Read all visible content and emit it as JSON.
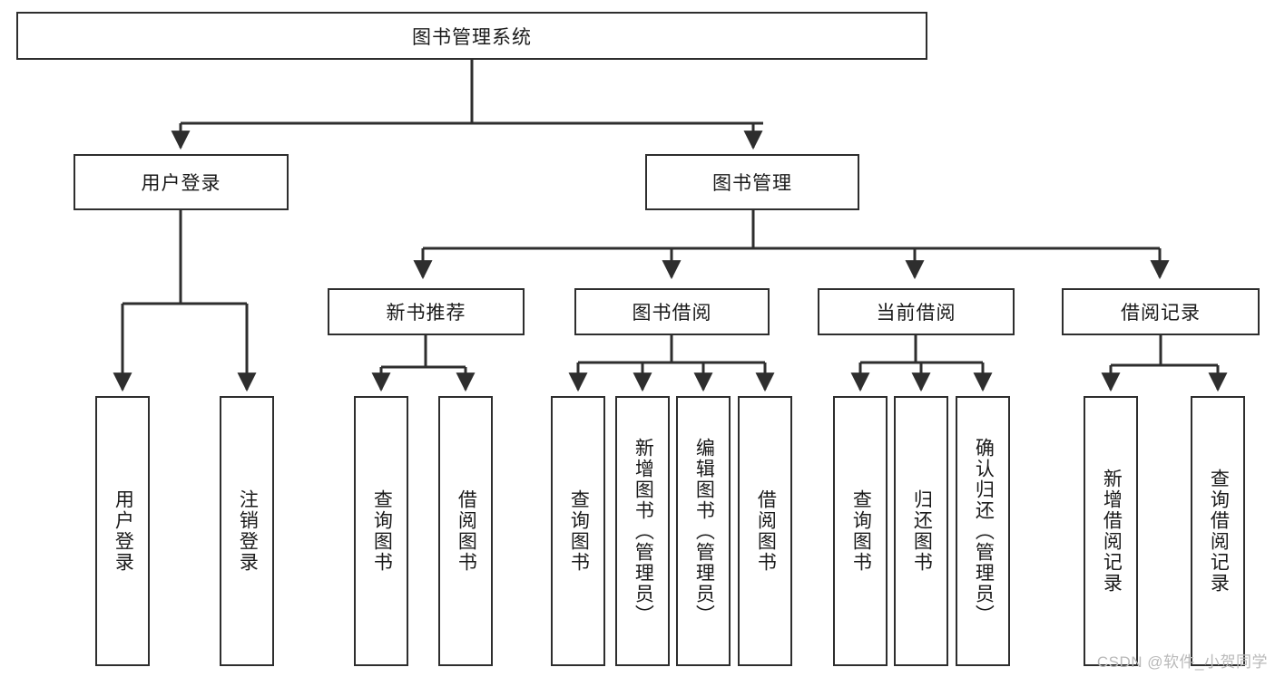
{
  "diagram": {
    "title": "图书管理系统",
    "type": "hierarchy-tree",
    "orientation": "top-down",
    "colors": {
      "stroke": "#2e2e2e",
      "fill": "#ffffff",
      "text": "#1a1a1a",
      "watermark": "#b9b9b9"
    },
    "watermark": "CSDN @软件_小贺同学",
    "levels": {
      "root": {
        "label": "图书管理系统"
      },
      "level2": [
        {
          "id": "user-login",
          "label": "用户登录"
        },
        {
          "id": "book-management",
          "label": "图书管理"
        }
      ],
      "level3": [
        {
          "id": "new-book-recommend",
          "label": "新书推荐",
          "parent": "book-management"
        },
        {
          "id": "book-borrow",
          "label": "图书借阅",
          "parent": "book-management"
        },
        {
          "id": "current-borrow",
          "label": "当前借阅",
          "parent": "book-management"
        },
        {
          "id": "borrow-record",
          "label": "借阅记录",
          "parent": "book-management"
        }
      ],
      "leaves": [
        {
          "id": "leaf-user-login",
          "label": "用户登录",
          "parent": "user-login"
        },
        {
          "id": "leaf-logout-login",
          "label": "注销登录",
          "parent": "user-login"
        },
        {
          "id": "leaf-query-book-1",
          "label": "查询图书",
          "parent": "new-book-recommend"
        },
        {
          "id": "leaf-borrow-book-1",
          "label": "借阅图书",
          "parent": "new-book-recommend"
        },
        {
          "id": "leaf-query-book-2",
          "label": "查询图书",
          "parent": "book-borrow"
        },
        {
          "id": "leaf-add-book",
          "label": "新增图书（管理员）",
          "parent": "book-borrow"
        },
        {
          "id": "leaf-edit-book",
          "label": "编辑图书（管理员）",
          "parent": "book-borrow"
        },
        {
          "id": "leaf-borrow-book-2",
          "label": "借阅图书",
          "parent": "book-borrow"
        },
        {
          "id": "leaf-query-book-3",
          "label": "查询图书",
          "parent": "current-borrow"
        },
        {
          "id": "leaf-return-book",
          "label": "归还图书",
          "parent": "current-borrow"
        },
        {
          "id": "leaf-confirm-return",
          "label": "确认归还（管理员）",
          "parent": "current-borrow"
        },
        {
          "id": "leaf-add-record",
          "label": "新增借阅记录",
          "parent": "borrow-record"
        },
        {
          "id": "leaf-query-record",
          "label": "查询借阅记录",
          "parent": "borrow-record"
        }
      ]
    }
  }
}
